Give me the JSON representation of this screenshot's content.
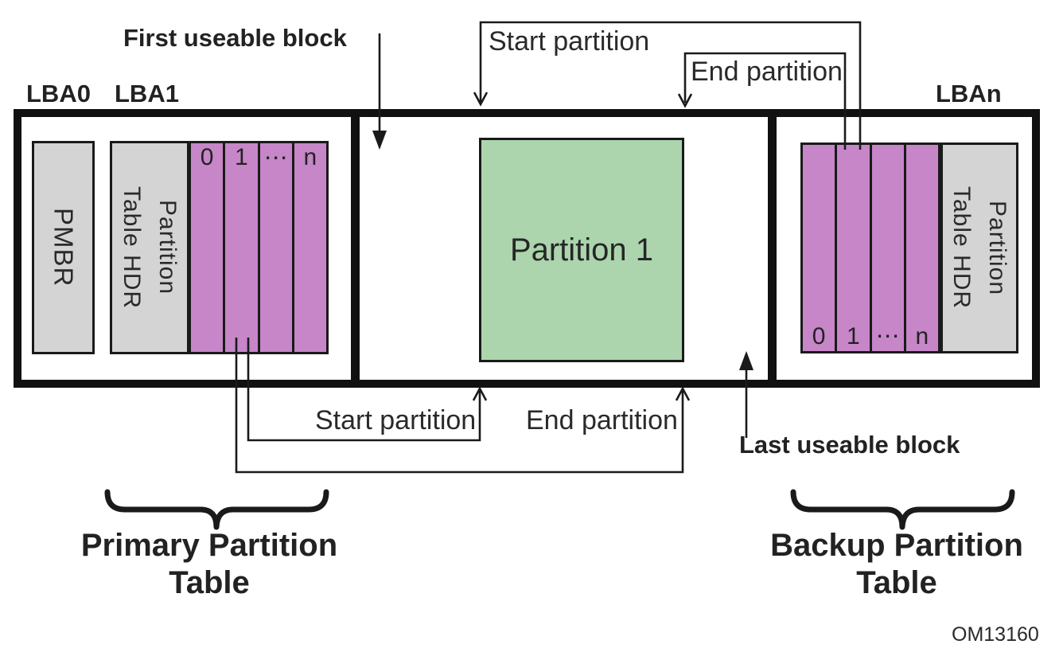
{
  "labels": {
    "first_useable_block": "First useable block",
    "lba0": "LBA0",
    "lba1": "LBA1",
    "lban": "LBAn",
    "start_partition_top": "Start partition",
    "end_partition_top": "End partition",
    "start_partition_bottom": "Start partition",
    "end_partition_bottom": "End partition",
    "last_useable_block": "Last useable block",
    "primary_table": "Primary Partition Table",
    "backup_table": "Backup Partition Table",
    "figure_number": "OM13160"
  },
  "disk": {
    "pmbr": "PMBR",
    "primary_header": "Partition\nTable HDR",
    "backup_header": "Partition\nTable HDR",
    "partition1": "Partition 1",
    "primary_entries": [
      "0",
      "1",
      "⋯",
      "n"
    ],
    "backup_entries": [
      "0",
      "1",
      "⋯",
      "n"
    ]
  },
  "colors": {
    "entry_array_fill": "#c686c8",
    "partition_fill": "#acd5ae",
    "header_fill": "#d4d4d4",
    "disk_border": "#111111",
    "line": "#1a1a1a"
  }
}
